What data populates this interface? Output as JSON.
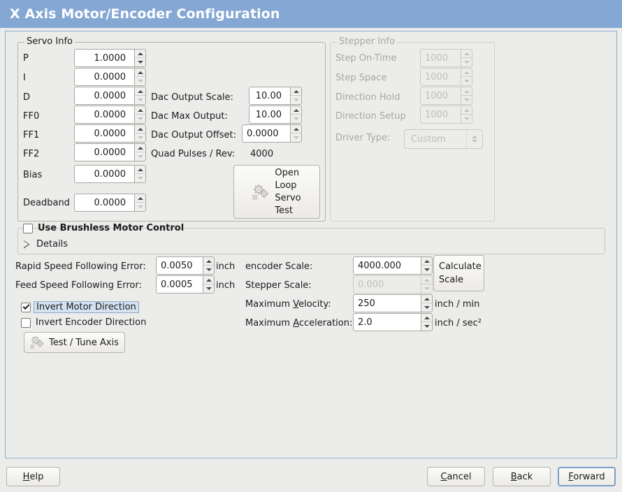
{
  "window": {
    "title": "X Axis Motor/Encoder Configuration",
    "title_bg": "#84a7d4",
    "title_fg": "#ffffff",
    "panel_bg": "#ececeb",
    "panel_border": "#8fadcf"
  },
  "servo_info": {
    "legend": "Servo Info",
    "fields": [
      {
        "label": "P",
        "value": "1.0000"
      },
      {
        "label": "I",
        "value": "0.0000"
      },
      {
        "label": "D",
        "value": "0.0000"
      },
      {
        "label": "FF0",
        "value": "0.0000"
      },
      {
        "label": "FF1",
        "value": "0.0000"
      },
      {
        "label": "FF2",
        "value": "0.0000"
      },
      {
        "label": "Bias",
        "value": "0.0000"
      },
      {
        "label": "Deadband",
        "value": "0.0000"
      }
    ],
    "dac": [
      {
        "label": "Dac Output Scale:",
        "value": "10.00"
      },
      {
        "label": "Dac Max Output:",
        "value": "10.00"
      },
      {
        "label": "Dac Output Offset:",
        "value": "0.0000"
      }
    ],
    "quad_pulses_label": "Quad Pulses / Rev:",
    "quad_pulses_value": "4000",
    "open_loop_button": "Open\nLoop\nServo\nTest",
    "open_loop_line1": "Open",
    "open_loop_line2": "Loop",
    "open_loop_line3": "Servo",
    "open_loop_line4": "Test"
  },
  "stepper_info": {
    "legend": "Stepper Info",
    "enabled": false,
    "fields": [
      {
        "label": "Step On-Time",
        "value": "1000"
      },
      {
        "label": "Step Space",
        "value": "1000"
      },
      {
        "label": "Direction Hold",
        "value": "1000"
      },
      {
        "label": "Direction Setup",
        "value": "1000"
      }
    ],
    "driver_type_label": "Driver Type:",
    "driver_type_value": "Custom"
  },
  "brushless": {
    "checkbox_label": "Use Brushless Motor Control",
    "checked": false,
    "details_label": "Details",
    "details_expanded": false
  },
  "following_errors": [
    {
      "label": "Rapid Speed Following Error:",
      "value": "0.0050",
      "unit": "inch"
    },
    {
      "label": "Feed Speed Following Error:",
      "value": "0.0005",
      "unit": "inch"
    }
  ],
  "direction_checks": [
    {
      "label": "Invert Motor Direction",
      "checked": true,
      "focused": true
    },
    {
      "label": "Invert Encoder Direction",
      "checked": false,
      "focused": false
    }
  ],
  "test_tune_button": "Test / Tune Axis",
  "scales": {
    "encoder_scale_label": "encoder Scale:",
    "encoder_scale_value": "4000.000",
    "stepper_scale_label": "Stepper Scale:",
    "stepper_scale_value": "0.000",
    "stepper_scale_enabled": false,
    "calculate_line1": "Calculate",
    "calculate_line2": "Scale",
    "max_velocity_label_pre": "Maximum ",
    "max_velocity_label_key": "V",
    "max_velocity_label_post": "elocity:",
    "max_velocity_value": "250",
    "max_velocity_unit": "inch / min",
    "max_accel_label_pre": "Maximum ",
    "max_accel_label_key": "A",
    "max_accel_label_post": "cceleration:",
    "max_accel_value": "2.0",
    "max_accel_unit": "inch / sec²"
  },
  "action_bar": {
    "help_pre": "",
    "help_key": "H",
    "help_post": "elp",
    "cancel_pre": "",
    "cancel_key": "C",
    "cancel_post": "ancel",
    "back_pre": "",
    "back_key": "B",
    "back_post": "ack",
    "forward_pre": "",
    "forward_key": "F",
    "forward_post": "orward",
    "help_label": "Help",
    "cancel_label": "Cancel",
    "back_label": "Back",
    "forward_label": "Forward"
  }
}
